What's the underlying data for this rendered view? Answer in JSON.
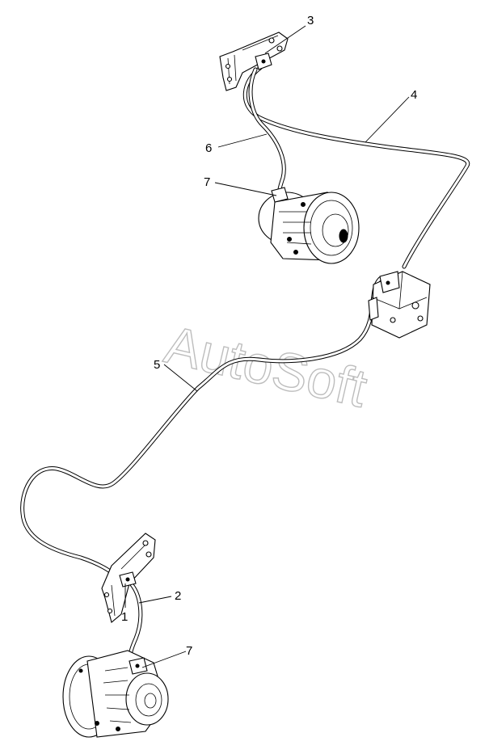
{
  "watermark": "AutoSoft",
  "callouts": {
    "c1": "1",
    "c2": "2",
    "c3": "3",
    "c4": "4",
    "c5": "5",
    "c6": "6",
    "c7a": "7",
    "c7b": "7"
  }
}
